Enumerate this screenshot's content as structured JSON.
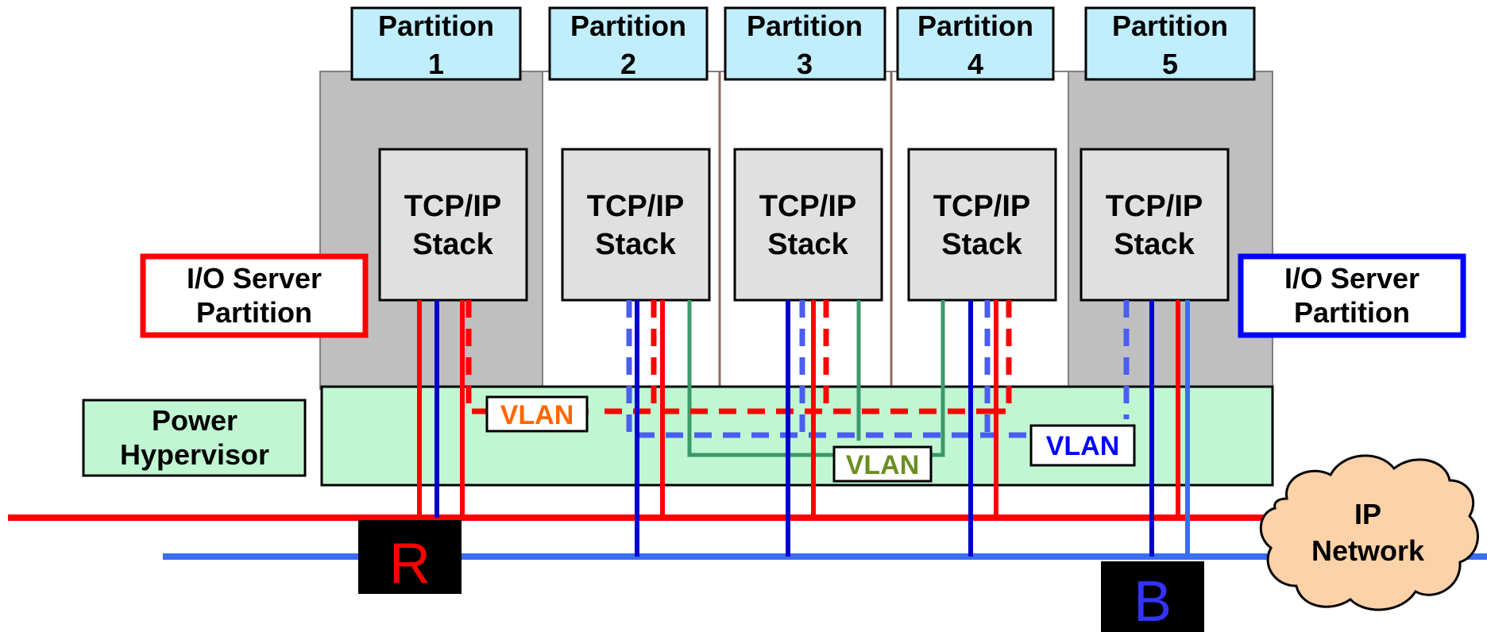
{
  "partitions": [
    {
      "line1": "Partition",
      "line2": "1",
      "stack_line1": "TCP/IP",
      "stack_line2": "Stack"
    },
    {
      "line1": "Partition",
      "line2": "2",
      "stack_line1": "TCP/IP",
      "stack_line2": "Stack"
    },
    {
      "line1": "Partition",
      "line2": "3",
      "stack_line1": "TCP/IP",
      "stack_line2": "Stack"
    },
    {
      "line1": "Partition",
      "line2": "4",
      "stack_line1": "TCP/IP",
      "stack_line2": "Stack"
    },
    {
      "line1": "Partition",
      "line2": "5",
      "stack_line1": "TCP/IP",
      "stack_line2": "Stack"
    }
  ],
  "io_server_left": {
    "line1": "I/O Server",
    "line2": "Partition",
    "color": "#ff0000"
  },
  "io_server_right": {
    "line1": "I/O Server",
    "line2": "Partition",
    "color": "#0000ff"
  },
  "hypervisor": {
    "line1": "Power",
    "line2": "Hypervisor"
  },
  "vlans": {
    "red": {
      "label": "VLAN",
      "color": "#ff6600"
    },
    "green": {
      "label": "VLAN",
      "color": "#6b8e23"
    },
    "blue": {
      "label": "VLAN",
      "color": "#0000ff"
    }
  },
  "adapters": {
    "red": {
      "label": "R",
      "color": "#ff0000"
    },
    "blue": {
      "label": "B",
      "color": "#3333ff"
    }
  },
  "cloud": {
    "line1": "IP",
    "line2": "Network"
  },
  "colors": {
    "partition_header": "#c0eefc",
    "server_gray": "#bfbfbf",
    "stack_gray": "#e0e0e0",
    "hypervisor_green": "#c0f7d2",
    "cloud_fill": "#fdd2a8",
    "red_net": "#ff0000",
    "blue_net": "#3a6df0",
    "dark_blue": "#0000cc",
    "dashed_blue": "#4a5ef0",
    "green_vlan": "#3a9a6a"
  }
}
